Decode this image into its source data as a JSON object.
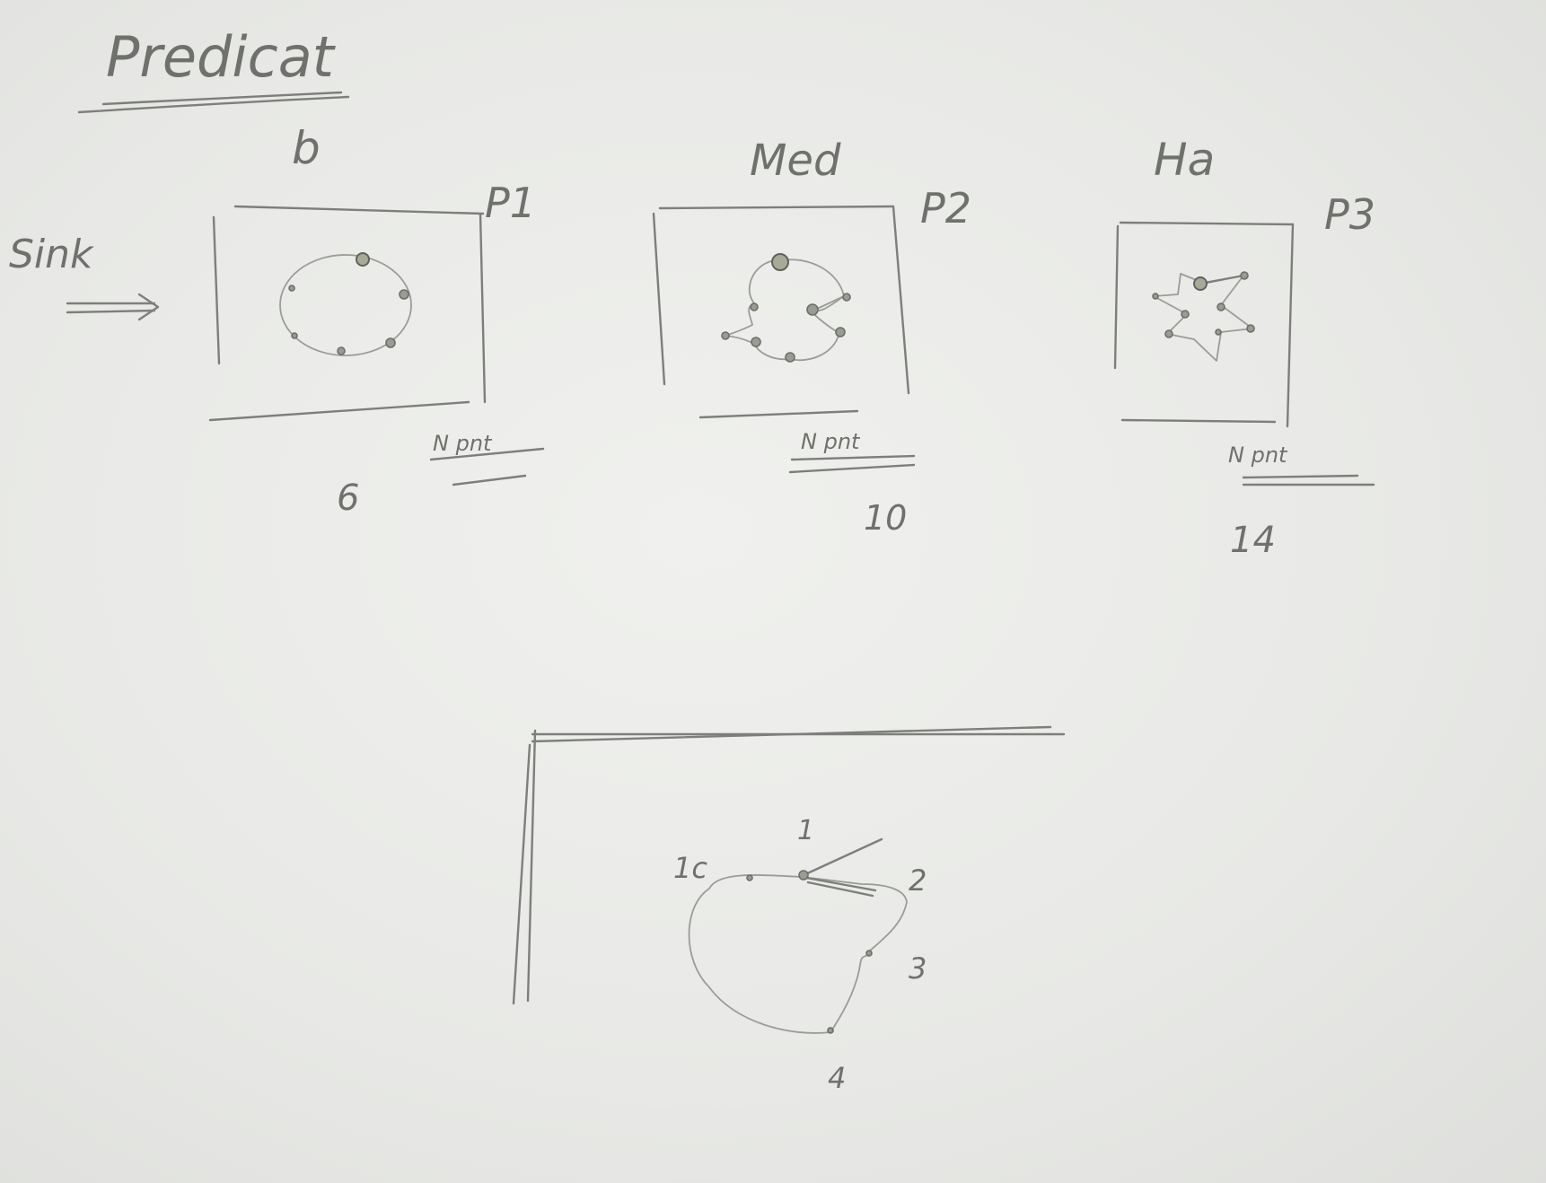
{
  "title": "Predicat",
  "input_label": "Sink",
  "panels": [
    {
      "level": "b",
      "name": "P1",
      "annotation": "N pnt",
      "count": "6"
    },
    {
      "level": "Med",
      "name": "P2",
      "annotation": "N pnt",
      "count": "10"
    },
    {
      "level": "Ha",
      "name": "P3",
      "annotation": "N pnt",
      "count": "14"
    }
  ],
  "detail": {
    "point_labels": [
      "1",
      "2",
      "3",
      "4",
      "1c"
    ]
  },
  "colors": {
    "paper": "#eeefec",
    "pencil": "#7d7f7b"
  }
}
